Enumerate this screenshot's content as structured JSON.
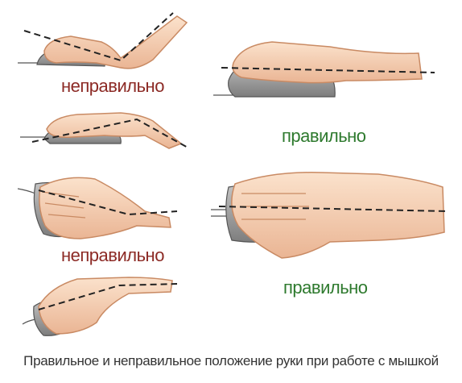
{
  "labels": {
    "wrong_top": "неправильно",
    "right_top": "правильно",
    "wrong_bottom": "неправильно",
    "right_bottom": "правильно"
  },
  "caption": "Правильное и неправильное положение руки при работе с мышкой",
  "colors": {
    "wrong": "#8c2a25",
    "right": "#2e7a2e",
    "skin": "#f6d2b6",
    "mouse": "#9a9a9a"
  }
}
